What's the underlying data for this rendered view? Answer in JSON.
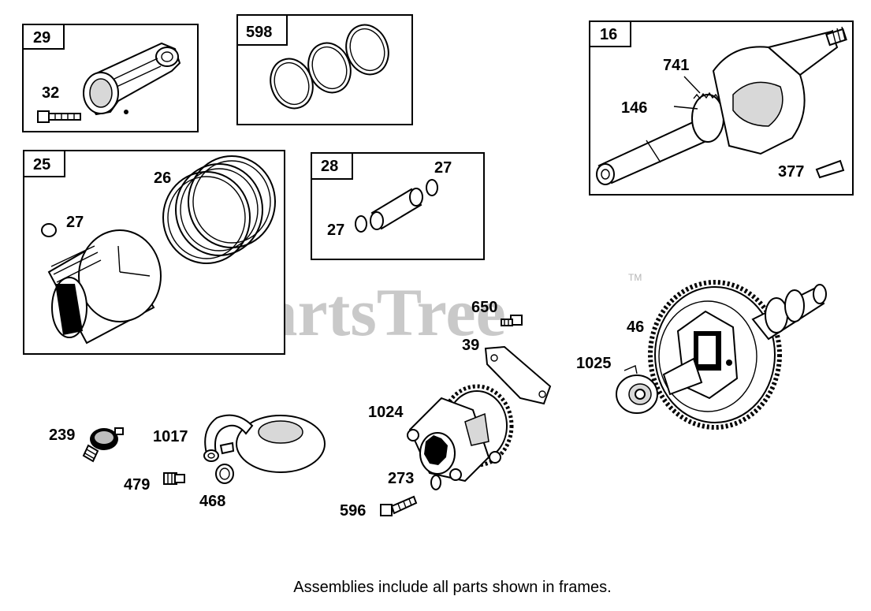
{
  "watermark": {
    "text": "PartsTree",
    "trademark": "TM"
  },
  "footer": "Assemblies include all parts shown in frames.",
  "frames": {
    "f29": "29",
    "f598": "598",
    "f16": "16",
    "f25": "25",
    "f28": "28"
  },
  "callouts": {
    "p32": "32",
    "p741": "741",
    "p146": "146",
    "p377": "377",
    "p26": "26",
    "p27a": "27",
    "p27b": "27",
    "p27c": "27",
    "p650": "650",
    "p39": "39",
    "p46": "46",
    "p1025": "1025",
    "p1024": "1024",
    "p239": "239",
    "p1017": "1017",
    "p479": "479",
    "p468": "468",
    "p273": "273",
    "p596": "596"
  }
}
